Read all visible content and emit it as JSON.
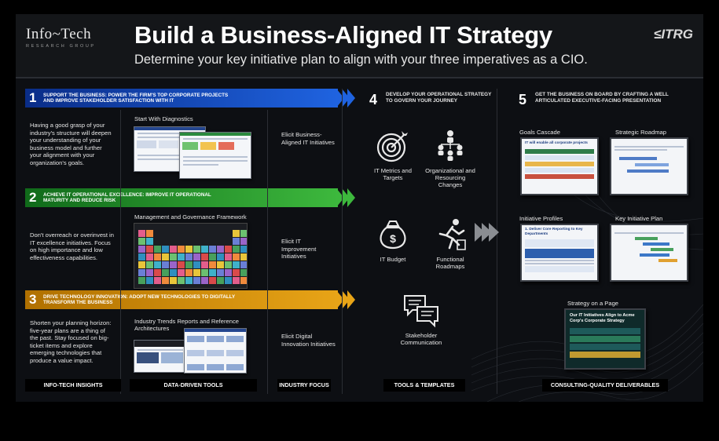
{
  "header": {
    "logo_name": "Info~Tech",
    "logo_sub": "RESEARCH GROUP",
    "title": "Build a Business-Aligned IT Strategy",
    "subtitle": "Determine your key initiative plan to align with your three imperatives as a CIO.",
    "brand_mark": "≤ITRG"
  },
  "imperatives": [
    {
      "number": "1",
      "banner": "Support the business: Power the firm's top corporate projects and improve stakeholder satisfaction with IT",
      "insight": "Having a good grasp of your industry's structure will deepen your understanding of your business model and further your alignment with your organization's goals.",
      "tool": "Start With Diagnostics",
      "focus": "Elicit Business-Aligned IT Initiatives",
      "color": "#1f63e0"
    },
    {
      "number": "2",
      "banner": "Achieve IT operational excellence: Improve IT operational maturity and reduce risk",
      "insight": "Don't overreach or overinvest in IT excellence initiatives. Focus on high importance and low effectiveness capabilities.",
      "tool": "Management and Governance Framework",
      "focus": "Elicit IT Improvement Initiatives",
      "color": "#3db83d"
    },
    {
      "number": "3",
      "banner": "Drive technology innovation: Adopt new technologies to digitally transform the business",
      "insight": "Shorten your planning horizon: five-year plans are a thing of the past. Stay focused on big-ticket items and explore emerging technologies that produce a value impact.",
      "tool": "Industry Trends Reports and Reference Architectures",
      "focus": "Elicit Digital Innovation Initiatives",
      "color": "#e8a417"
    }
  ],
  "column_footers": {
    "insights": "Info-Tech Insights",
    "tools": "Data-Driven Tools",
    "focus": "Industry Focus"
  },
  "section4": {
    "number": "4",
    "heading": "Develop your operational strategy to govern your journey",
    "items": [
      {
        "label": "IT Metrics and Targets",
        "icon": "target-icon"
      },
      {
        "label": "Organizational and Resourcing Changes",
        "icon": "org-chart-icon"
      },
      {
        "label": "IT Budget",
        "icon": "money-bag-icon"
      },
      {
        "label": "Functional Roadmaps",
        "icon": "running-person-icon"
      },
      {
        "label": "Stakeholder Communication",
        "icon": "chat-bubbles-icon"
      }
    ],
    "footer": "Tools & Templates"
  },
  "section5": {
    "number": "5",
    "heading": "Get the business on board by crafting a well articulated executive-facing presentation",
    "deliverables": [
      {
        "label": "Goals Cascade",
        "thumb_title": "IT will enable all corporate projects"
      },
      {
        "label": "Strategic Roadmap",
        "thumb_title": ""
      },
      {
        "label": "Initiative Profiles",
        "thumb_title": "1. Deliver Core Reporting to Key Departments"
      },
      {
        "label": "Key Initiative Plan",
        "thumb_title": ""
      }
    ],
    "strategy_page": {
      "label": "Strategy on a Page",
      "thumb_title": "Our IT Initiatives Align to Acme Corp's Corporate Strategy"
    },
    "footer": "Consulting-Quality Deliverables"
  }
}
